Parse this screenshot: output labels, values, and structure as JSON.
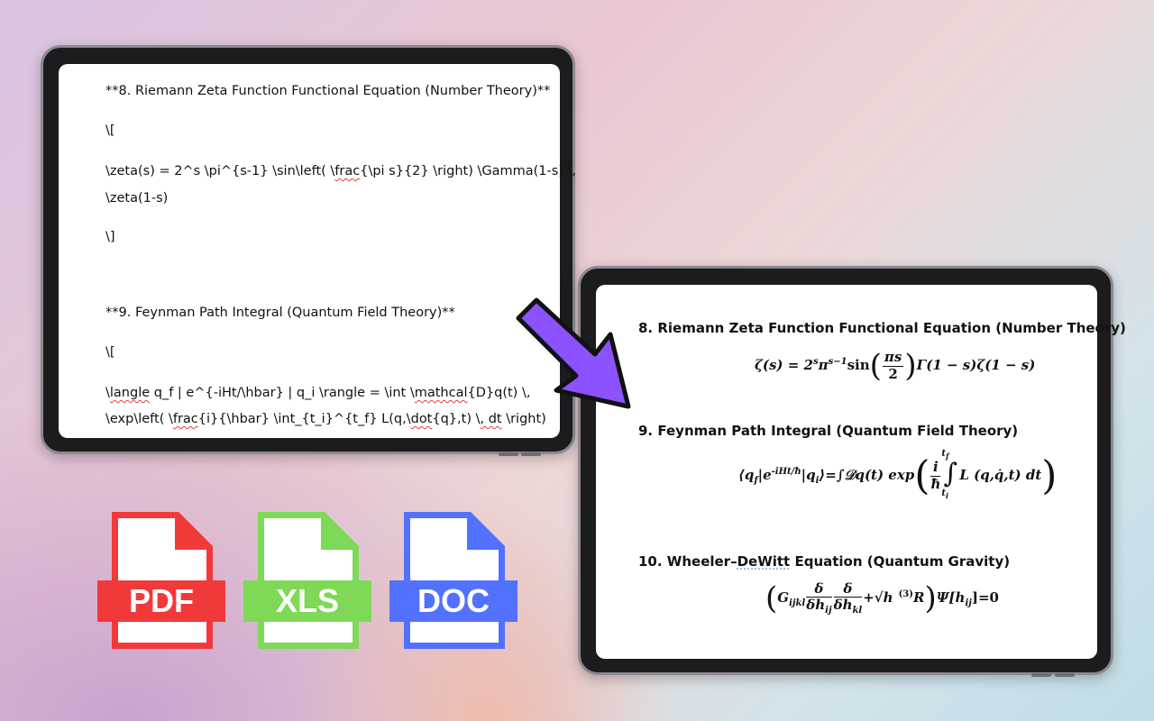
{
  "left_document": {
    "line1": "**8. Riemann Zeta Function Functional Equation (Number Theory)**",
    "line2": "\\[",
    "line3a": "\\zeta(s) = 2^s \\pi^{s-1} \\sin\\left( \\",
    "line3_frac": "frac",
    "line3b": "{\\pi s}{2} \\right) \\Gamma(1-s) \\,",
    "line4": "\\zeta(1-s)",
    "line5": "\\]",
    "line6": "**9. Feynman Path Integral (Quantum Field Theory)**",
    "line7": "\\[",
    "line8a": "\\",
    "line8_langle": "langle",
    "line8b": " q_f | e^{-iHt/\\hbar} | q_i \\rangle = \\int \\",
    "line8_mathcal": "mathcal",
    "line8c": "{D}q(t) \\,",
    "line9a": "\\exp\\left( \\",
    "line9_frac": "frac",
    "line9b": "{i}{\\hbar} \\int_{t_i}^{t_f} L(q,\\",
    "line9_dot": "dot",
    "line9c": "{q},t) \\",
    "line9_dt": ", dt",
    "line9d": " \\right)"
  },
  "right_document": {
    "heading8": "8. Riemann Zeta Function Functional Equation (Number Theory)",
    "heading9": "9. Feynman Path Integral (Quantum Field Theory)",
    "heading10_a": "10. Wheeler–",
    "heading10_b": "DeWitt",
    "heading10_c": " Equation (Quantum Gravity)",
    "eq8": {
      "zeta_s": "ζ(s) = 2",
      "s_sup": "s",
      "pi": "π",
      "s1_sup": "s−1",
      "sin": "sin",
      "frac_num": "πs",
      "frac_den": "2",
      "tail": "Γ(1 − s)ζ(1 − s)"
    },
    "eq9": {
      "lhs": "⟨q",
      "f_sub": "f",
      "bar": "|e",
      "exp_sup": "-iHt/ħ",
      "qi": "|q",
      "i_sub": "i",
      "eq_int": "⟩=∫𝒟q(t) exp",
      "frac_num": "i",
      "frac_den": "ħ",
      "int_sup": "t",
      "int_sup_sub": "f",
      "int_sub": "t",
      "int_sub_sub": "i",
      "integrand": "L (q,q̇,t) dt"
    },
    "eq10": {
      "g": "G",
      "g_sub": "ijkl",
      "frac1_num": "δ",
      "frac1_den": "δh",
      "frac1_den_sub": "ij",
      "frac2_num": "δ",
      "frac2_den": "δh",
      "frac2_den_sub": "kl",
      "plus_sqrt": "+√h",
      "r_sup": "(3)",
      "r": "R",
      "psi": "Ψ[h",
      "psi_sub": "ij",
      "end": "]=0"
    }
  },
  "file_icons": [
    {
      "label": "PDF",
      "color": "#f2393a"
    },
    {
      "label": "XLS",
      "color": "#7ed957"
    },
    {
      "label": "DOC",
      "color": "#5271ff"
    }
  ],
  "colors": {
    "arrow": "#8c52ff"
  }
}
